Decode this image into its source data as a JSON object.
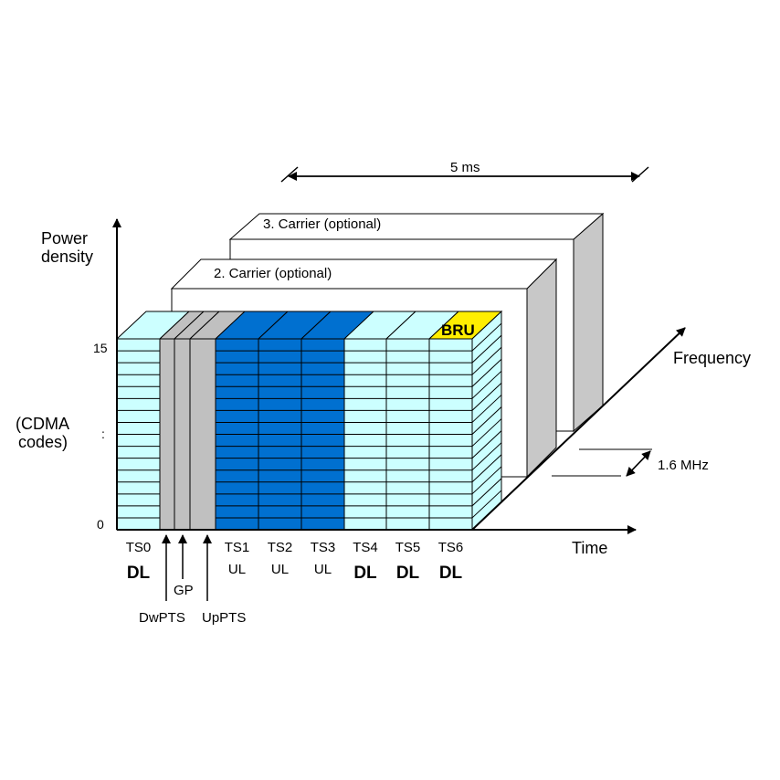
{
  "axes": {
    "power_label_line1": "Power",
    "power_label_line2": "density",
    "cdma_label_line1": "(CDMA",
    "cdma_label_line2": "codes)",
    "tick_top": "15",
    "tick_mid": ":",
    "tick_bottom": "0",
    "time_label": "Time",
    "frequency_label": "Frequency"
  },
  "dimensions": {
    "duration_label": "5 ms",
    "bandwidth_label": "1.6 MHz"
  },
  "carriers": [
    {
      "label": "2. Carrier (optional)"
    },
    {
      "label": "3. Carrier (optional)"
    }
  ],
  "slots": [
    {
      "name": "TS0",
      "dir": "DL",
      "kind": "dl"
    },
    {
      "name": "TS1",
      "dir": "UL",
      "kind": "ul"
    },
    {
      "name": "TS2",
      "dir": "UL",
      "kind": "ul"
    },
    {
      "name": "TS3",
      "dir": "UL",
      "kind": "ul"
    },
    {
      "name": "TS4",
      "dir": "DL",
      "kind": "dl"
    },
    {
      "name": "TS5",
      "dir": "DL",
      "kind": "dl"
    },
    {
      "name": "TS6",
      "dir": "DL",
      "kind": "dl"
    }
  ],
  "special_fields": {
    "dwpts": "DwPTS",
    "gp": "GP",
    "uppts": "UpPTS"
  },
  "bru_label": "BRU",
  "colors": {
    "downlink": "#ccffff",
    "uplink": "#0070d0",
    "special": "#c0c0c0",
    "bru": "#ffee00",
    "carrier_side": "#c8c8c8"
  }
}
